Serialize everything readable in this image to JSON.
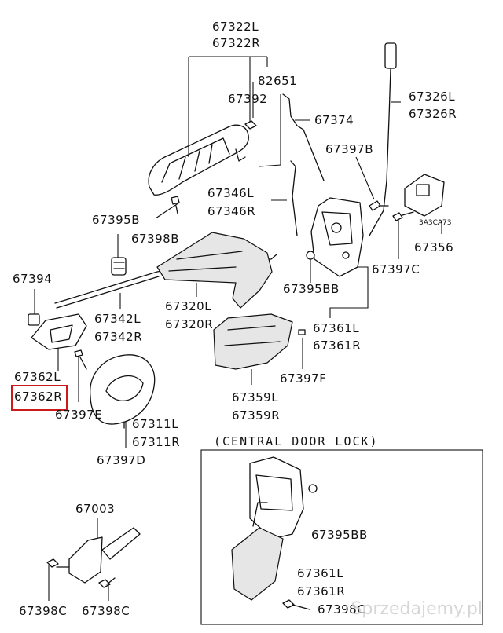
{
  "labels": {
    "p67322": [
      "67322L",
      "67322R"
    ],
    "p82651": "82651",
    "p67392": "67392",
    "p67374": "67374",
    "p67326": [
      "67326L",
      "67326R"
    ],
    "p67397b": "67397B",
    "p67346": [
      "67346L",
      "67346R"
    ],
    "p67395b": "67395B",
    "p67398b": "67398B",
    "p67356": "67356",
    "p67397c": "67397C",
    "p67394": "67394",
    "p67342": [
      "67342L",
      "67342R"
    ],
    "p67320": [
      "67320L",
      "67320R"
    ],
    "p67395bb_top": "67395BB",
    "p67361_top": [
      "67361L",
      "67361R"
    ],
    "p67362": [
      "67362L",
      "67362R"
    ],
    "p67397f": "67397F",
    "p67359": [
      "67359L",
      "67359R"
    ],
    "p67397e": "67397E",
    "p67311": [
      "67311L",
      "67311R"
    ],
    "p67397d": "67397D",
    "p67003": "67003",
    "p67398c_left": "67398C",
    "p67398c_right": "67398C",
    "p67395bb_bottom": "67395BB",
    "p67361_bottom": [
      "67361L",
      "67361R"
    ],
    "p67398_bottom": "67398C",
    "code": "3A3CA73"
  },
  "section_title": "(CENTRAL DOOR LOCK)",
  "watermark": "Sprzedajemy.pl",
  "highlight_color": "#cc1a1a"
}
